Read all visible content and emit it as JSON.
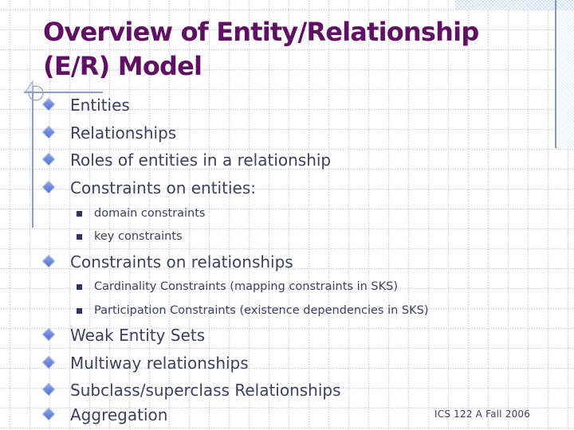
{
  "title": {
    "line1": "Overview of Entity/Relationship",
    "line2": "(E/R) Model"
  },
  "bullets": [
    {
      "level": 1,
      "text": "Entities"
    },
    {
      "level": 1,
      "text": "Relationships"
    },
    {
      "level": 1,
      "text": "Roles of entities in a relationship"
    },
    {
      "level": 1,
      "text": "Constraints on entities:"
    },
    {
      "level": 2,
      "text": "domain constraints"
    },
    {
      "level": 2,
      "text": "key constraints"
    },
    {
      "level": 1,
      "text": "Constraints on relationships"
    },
    {
      "level": 2,
      "text": "Cardinality Constraints (mapping constraints in SKS)"
    },
    {
      "level": 2,
      "text": "Participation Constraints (existence dependencies in SKS)"
    },
    {
      "level": 1,
      "text": "Weak Entity Sets"
    },
    {
      "level": 1,
      "text": "Multiway relationships"
    },
    {
      "level": 1,
      "text": "Subclass/superclass Relationships"
    },
    {
      "level": 1,
      "text": "Aggregation"
    }
  ],
  "footer": {
    "text": "ICS 122 A Fall 2006"
  },
  "colors": {
    "title": "#601062",
    "body_text": "#3e3f5e",
    "diamond_bullet": "#5272d2",
    "square_bullet": "#2e3566",
    "rule_line": "#8e9cc1",
    "top_band": "#cddcf0"
  }
}
